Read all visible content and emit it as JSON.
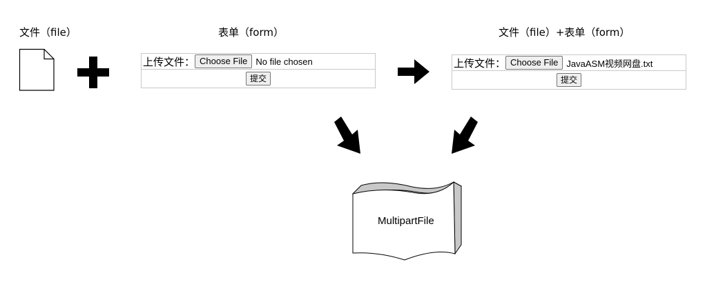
{
  "labels": {
    "file": "文件（file）",
    "form": "表单（form）",
    "combined": "文件（file）+表单（form）"
  },
  "form_left": {
    "upload_label": "上传文件：",
    "choose_button": "Choose File",
    "file_status": "No file chosen",
    "submit_button": "提交"
  },
  "form_right": {
    "upload_label": "上传文件：",
    "choose_button": "Choose File",
    "file_status": "JavaASM视频网盘.txt",
    "submit_button": "提交"
  },
  "result": {
    "label": "MultipartFile"
  },
  "icons": [
    "document-icon",
    "plus-icon",
    "arrow-right-icon",
    "arrow-down-right-icon",
    "arrow-down-left-icon",
    "flag-shape-icon"
  ]
}
